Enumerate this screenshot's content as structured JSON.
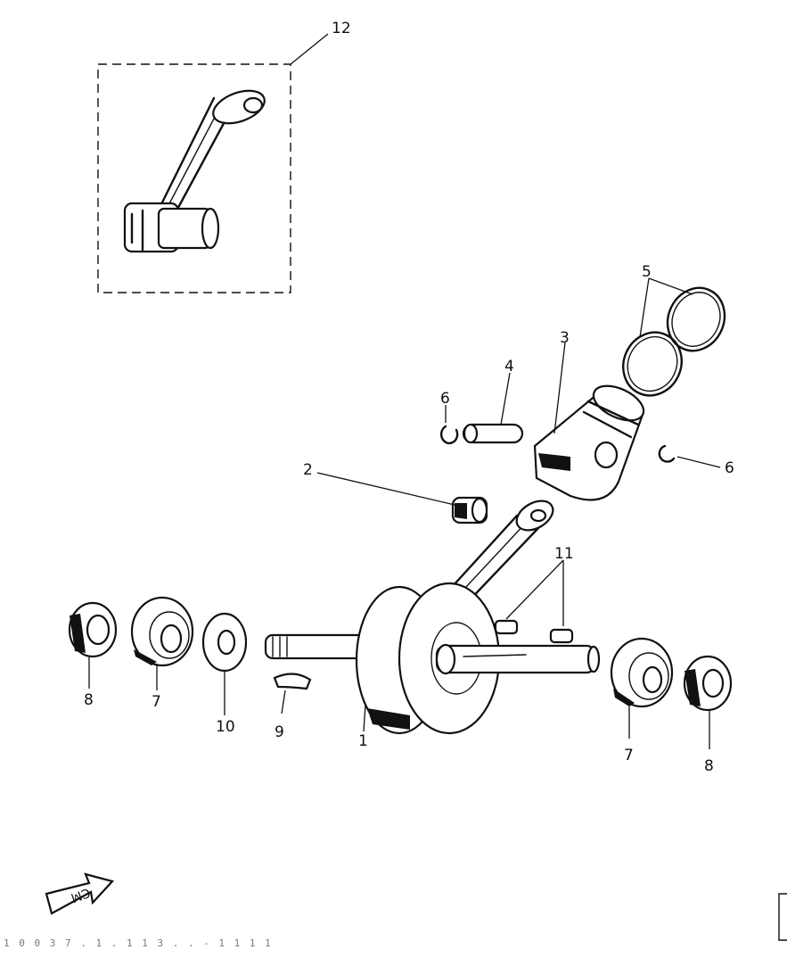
{
  "callouts": [
    {
      "id": "12",
      "text": "12"
    },
    {
      "id": "5",
      "text": "5"
    },
    {
      "id": "3",
      "text": "3"
    },
    {
      "id": "4",
      "text": "4"
    },
    {
      "id": "6a",
      "text": "6"
    },
    {
      "id": "6b",
      "text": "6"
    },
    {
      "id": "2",
      "text": "2"
    },
    {
      "id": "11",
      "text": "11"
    },
    {
      "id": "8a",
      "text": "8"
    },
    {
      "id": "7a",
      "text": "7"
    },
    {
      "id": "10",
      "text": "10"
    },
    {
      "id": "9",
      "text": "9"
    },
    {
      "id": "1",
      "text": "1"
    },
    {
      "id": "7b",
      "text": "7"
    },
    {
      "id": "8b",
      "text": "8"
    }
  ],
  "arrow_text": "CM",
  "footer_text": "1 0 0 3 7 . 1 . 1    1 3  . . -        1 1 1 1"
}
